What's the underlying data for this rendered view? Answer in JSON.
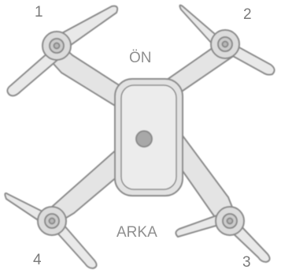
{
  "labels": {
    "front": "ÖN",
    "back": "ARKA"
  },
  "rotors": [
    {
      "number": "1"
    },
    {
      "number": "2"
    },
    {
      "number": "3"
    },
    {
      "number": "4"
    }
  ],
  "colors": {
    "line": "#8a8a8a",
    "fill": "#e6e6e6",
    "shade": "#cfcfcf",
    "camera": "#a8a8a8"
  }
}
